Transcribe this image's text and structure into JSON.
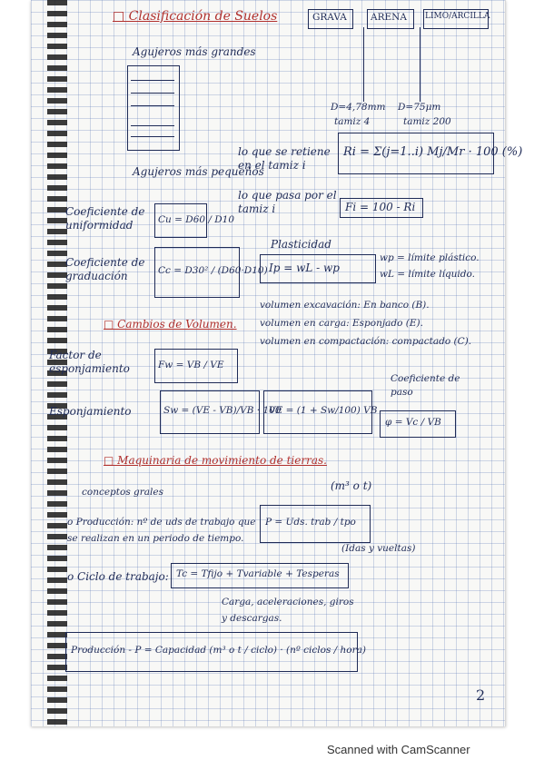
{
  "page": {
    "title": "□ Clasificación de Suelos",
    "types": [
      "GRAVA",
      "ARENA",
      "LIMO/ARCILLA"
    ],
    "column": {
      "top": "Agujeros más grandes",
      "bottom": "Agujeros más pequeños"
    },
    "sieve": {
      "left": "D=4,78mm",
      "left_tamiz": "tamiz 4",
      "right": "D=75μm",
      "right_tamiz": "tamiz 200"
    },
    "retained_text": "lo que se retiene en el tamiz i",
    "retained_formula": "Ri = Σ(j=1..i) Mj/Mr · 100 (%)",
    "passing_text": "lo que pasa por el tamiz i",
    "passing_formula": "Fi = 100 - Ri",
    "cu_label": "Coeficiente de uniformidad",
    "cu_formula": "Cu = D60 / D10",
    "cc_label": "Coeficiente de graduación",
    "cc_formula": "Cc = D30² / (D60·D10)",
    "plasticity_title": "Plasticidad",
    "plasticity_formula": "Ip = wL - wp",
    "wp_def": "wp = límite plástico.",
    "wl_def": "wL = límite líquido.",
    "vol_bank": "volumen excavación: En banco (B).",
    "vol_load": "volumen en carga: Esponjado (E).",
    "vol_comp": "volumen en compactación: compactado (C).",
    "volume_title": "□ Cambios de Volumen.",
    "fw_label": "Factor de esponjamiento",
    "fw_formula": "Fw = VB / VE",
    "sw_label": "Esponjamiento",
    "sw_formula": "Sw = (VE - VB)/VB · 100",
    "ve_formula": "VE = (1 + Sw/100) VB",
    "cp_label": "Coeficiente de paso",
    "cp_formula": "φ = Vc / VB",
    "machinery_title": "□ Maquinaria de movimiento de tierras.",
    "concepts": "conceptos grales",
    "units": "(m³ o t)",
    "production_text": "o Producción: nº de uds de trabajo que se realizan en un periodo de tiempo.",
    "production_formula": "P = Uds. trab / tpo",
    "production_note": "(Idas y vueltas)",
    "cycle_text": "o Ciclo de trabajo:",
    "cycle_formula": "Tc = Tfijo + Tvariable + Tesperas",
    "cycle_note": "Carga, aceleraciones, giros y descargas.",
    "final_formula": "Producción - P = Capacidad (m³ o t / ciclo) · (nº ciclos / hora)",
    "page_number": "2"
  },
  "footer": "Scanned with CamScanner"
}
